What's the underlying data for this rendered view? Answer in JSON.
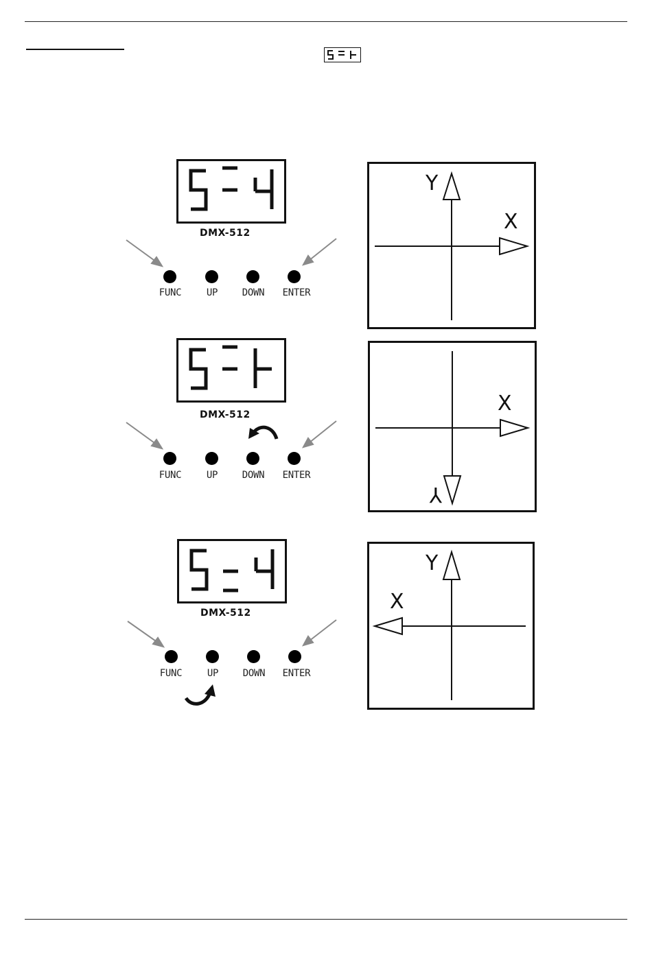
{
  "document": {
    "mini_display_text": "S-F",
    "brand": "DMX-512"
  },
  "buttons": [
    "FUNC",
    "UP",
    "DOWN",
    "ENTER"
  ],
  "steps": [
    {
      "display": "S-Y",
      "axis_x": "X",
      "axis_y": "Y",
      "x_direction": "right",
      "y_direction": "up"
    },
    {
      "display": "S-F",
      "axis_x": "X",
      "axis_y": "Y",
      "x_direction": "right",
      "y_direction": "down"
    },
    {
      "display": "S-Y",
      "axis_x": "X",
      "axis_y": "Y",
      "x_direction": "left",
      "y_direction": "up"
    }
  ],
  "colors": {
    "ink": "#111111",
    "pointer_arrow": "#8a8a8a"
  },
  "icons": [
    "pointer-arrow-icon",
    "rotate-arrow-icon"
  ]
}
